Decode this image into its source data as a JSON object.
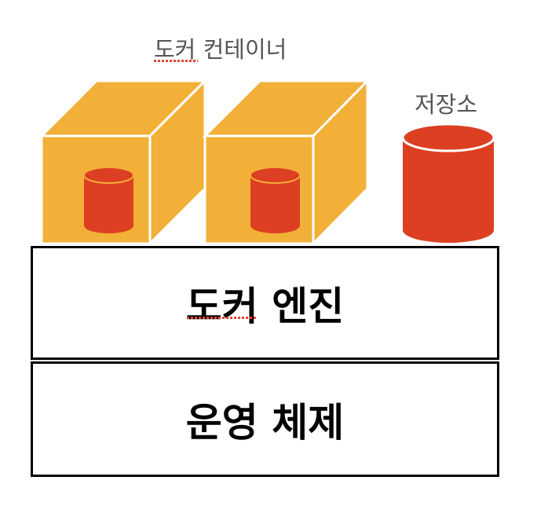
{
  "labels": {
    "containers": "도커 컨테이너",
    "storage": "저장소",
    "engine": "도커 엔진",
    "os": "운영 체제"
  },
  "colors": {
    "cube": "#f2b038",
    "storage": "#dd3f23",
    "text_muted": "#555555",
    "border": "#000000"
  }
}
